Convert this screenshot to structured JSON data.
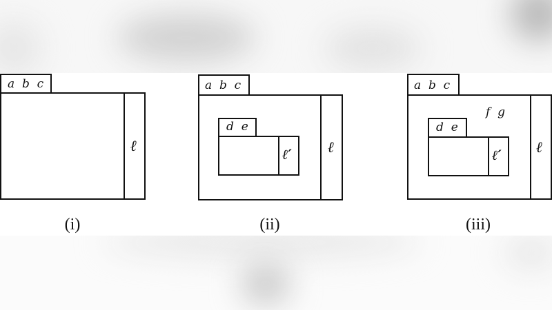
{
  "diagram": {
    "panels": [
      {
        "id": "i",
        "caption": "(i)",
        "outer_tab_label": "a  b  c",
        "side_label": "ℓ"
      },
      {
        "id": "ii",
        "caption": "(ii)",
        "outer_tab_label": "a  b  c",
        "inner_tab_label": "d  e",
        "inner_side_label": "ℓ′",
        "side_label": "ℓ"
      },
      {
        "id": "iii",
        "caption": "(iii)",
        "outer_tab_label": "a  b  c",
        "free_label": "f  g",
        "inner_tab_label": "d  e",
        "inner_side_label": "ℓ′",
        "side_label": "ℓ"
      }
    ],
    "colors": {
      "stroke": "#111111",
      "background": "#ffffff",
      "backdrop": "#f7f7f7"
    }
  }
}
